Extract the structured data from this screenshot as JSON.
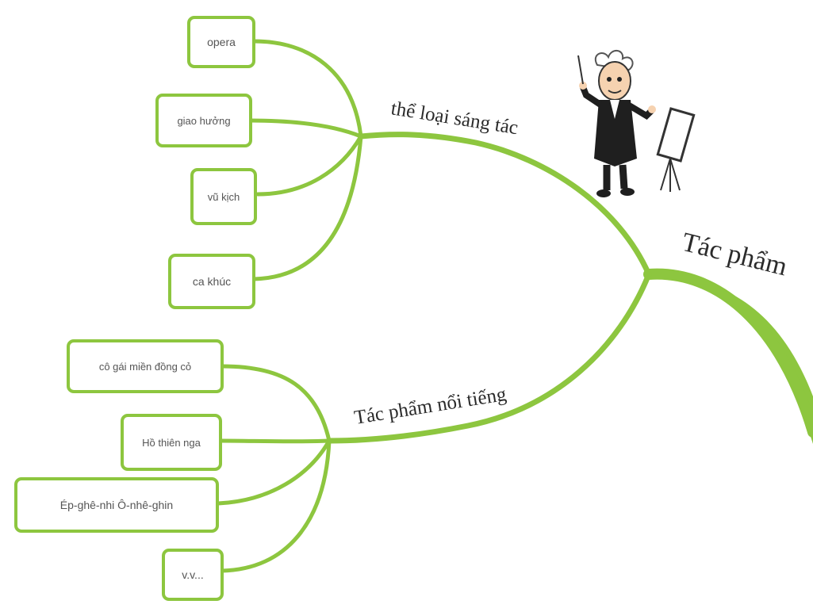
{
  "colors": {
    "branch": "#8dc63f",
    "leaf_border": "#8dc63f",
    "branch_label_text": "#2b2b2b",
    "leaf_text": "#555555"
  },
  "root": {
    "label": "Tác phẩm"
  },
  "branches": [
    {
      "label": "thể loại sáng tác",
      "leaves": [
        "opera",
        "giao hưởng",
        "vũ kịch",
        "ca khúc"
      ]
    },
    {
      "label": "Tác phẩm nổi tiếng",
      "leaves": [
        "cô gái miền đồng cỏ",
        "Hồ thiên nga",
        "Ép-ghê-nhi Ô-nhê-ghin",
        "v.v..."
      ]
    }
  ],
  "illustration": {
    "icon": "conductor-with-easel-icon"
  }
}
